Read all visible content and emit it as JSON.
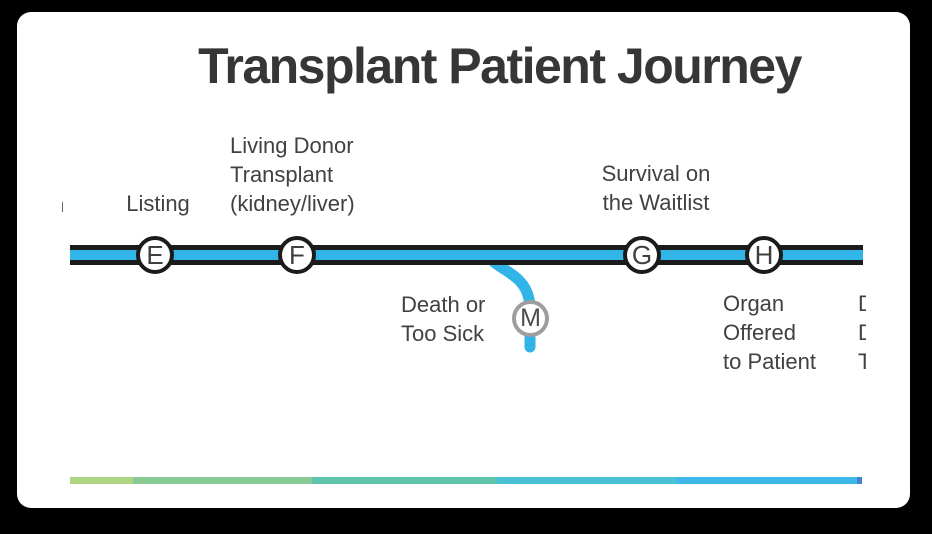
{
  "title": "Transplant Patient Journey",
  "journey": {
    "stations": [
      {
        "letter": "E",
        "label_lines": [
          "Listing"
        ]
      },
      {
        "letter": "F",
        "label_lines": [
          "Living Donor",
          "Transplant",
          "(kidney/liver)"
        ]
      },
      {
        "letter": "G",
        "label_lines": [
          "Survival on",
          "the Waitlist"
        ]
      },
      {
        "letter": "H",
        "label_lines": [
          "Organ",
          "Offered",
          "to Patient"
        ]
      }
    ],
    "branch_station": {
      "letter": "M",
      "label_lines": [
        "Death or",
        "Too Sick"
      ]
    },
    "clipped_left_text": "n",
    "clipped_right_lines": [
      "D",
      "D",
      "T"
    ]
  },
  "colors": {
    "background": "#000000",
    "card": "#ffffff",
    "route_line": "#31b5e9",
    "route_border": "#1b1b1b",
    "branch_line": "#31b5e9",
    "station_border": "#1b1b1b",
    "m_station_border": "#9e9e9e",
    "title_text": "#363636",
    "label_text": "#414141"
  },
  "bottom_bar": {
    "segments": [
      {
        "color": "#aed584",
        "width": 63
      },
      {
        "color": "#86c992",
        "width": 179
      },
      {
        "color": "#5fc4ac",
        "width": 185
      },
      {
        "color": "#49c0d4",
        "width": 180
      },
      {
        "color": "#3eb8ea",
        "width": 180
      },
      {
        "color": "#4181ce",
        "width": 5
      }
    ]
  }
}
